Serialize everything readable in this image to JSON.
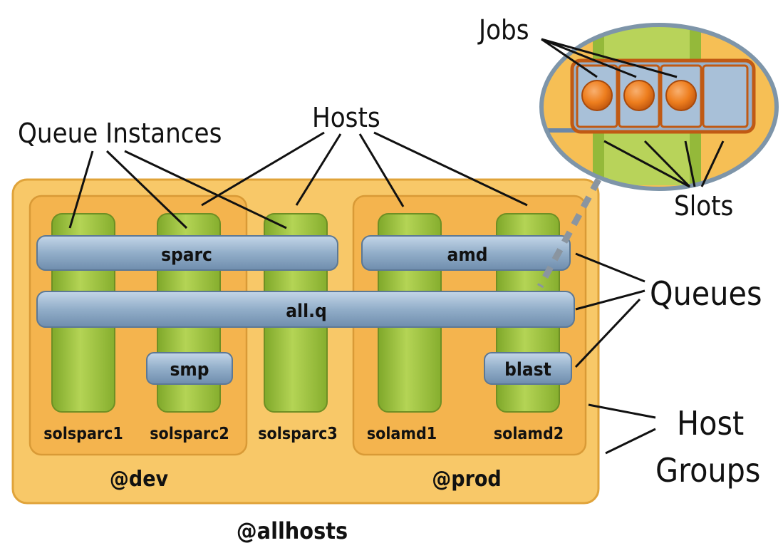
{
  "labels": {
    "jobs": "Jobs",
    "hosts": "Hosts",
    "queue_instances": "Queue Instances",
    "slots": "Slots",
    "queues": "Queues",
    "host": "Host",
    "groups": "Groups"
  },
  "queues": {
    "sparc": "sparc",
    "amd": "amd",
    "allq": "all.q",
    "smp": "smp",
    "blast": "blast"
  },
  "hosts": [
    "solsparc1",
    "solsparc2",
    "solsparc3",
    "solamd1",
    "solamd2"
  ],
  "host_groups": {
    "dev": "@dev",
    "prod": "@prod",
    "allhosts": "@allhosts"
  },
  "colors": {
    "outer_group": "#F8C868",
    "inner_group": "#F4B44E",
    "host_bar": "#98BE30",
    "queue_bar": "#9FB9D2",
    "job": "#EE7E1E",
    "slot_frame": "#C75E16"
  }
}
